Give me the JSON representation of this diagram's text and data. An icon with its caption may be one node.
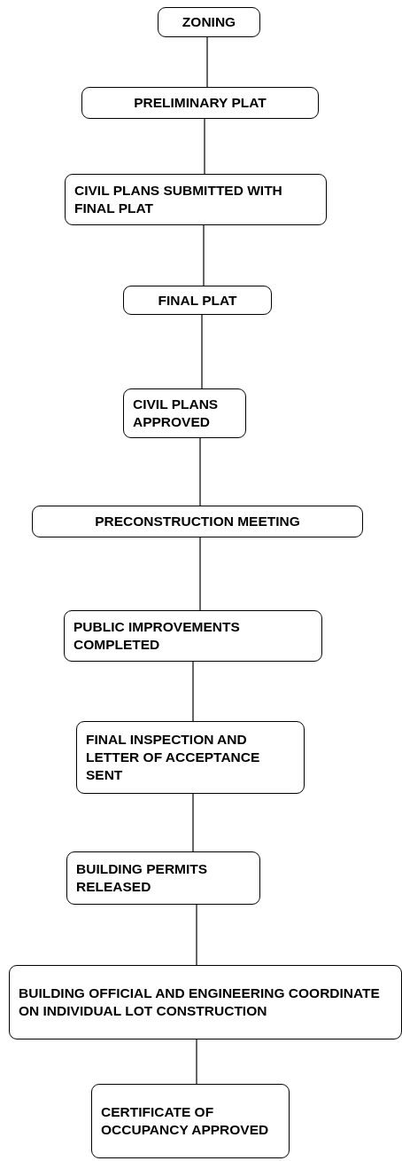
{
  "diagram": {
    "nodes": [
      {
        "text": [
          "ZONING"
        ]
      },
      {
        "text": [
          "PRELIMINARY PLAT"
        ]
      },
      {
        "text": [
          "CIVIL PLANS SUBMITTED WITH FINAL PLAT"
        ]
      },
      {
        "text": [
          "FINAL PLAT"
        ]
      },
      {
        "text": [
          "CIVIL PLANS APPROVED"
        ]
      },
      {
        "text": [
          "PRECONSTRUCTION MEETING"
        ]
      },
      {
        "text": [
          "PUBLIC IMPROVEMENTS COMPLETED"
        ]
      },
      {
        "text": [
          "FINAL INSPECTION AND LETTER OF ACCEPTANCE SENT"
        ]
      },
      {
        "text": [
          "BUILDING PERMITS RELEASED"
        ]
      },
      {
        "text": [
          "BUILDING OFFICIAL AND ENGINEERING COORDINATE ON INDIVIDUAL LOT CONSTRUCTION"
        ]
      },
      {
        "text": [
          "CERTIFICATE OF OCCUPANCY APPROVED"
        ]
      }
    ],
    "edges": [
      {
        "from": 0,
        "to": 1,
        "arrow": "none"
      },
      {
        "from": 1,
        "to": 2,
        "arrow": "none"
      },
      {
        "from": 2,
        "to": 3,
        "arrow": "none"
      },
      {
        "from": 3,
        "to": 4,
        "arrow": "none"
      },
      {
        "from": 4,
        "to": 5,
        "arrow": "none"
      },
      {
        "from": 5,
        "to": 6,
        "arrow": "none"
      },
      {
        "from": 6,
        "to": 7,
        "arrow": "none"
      },
      {
        "from": 7,
        "to": 8,
        "arrow": "none"
      },
      {
        "from": 8,
        "to": 9,
        "arrow": "none"
      },
      {
        "from": 9,
        "to": 10,
        "arrow": "none"
      }
    ]
  }
}
